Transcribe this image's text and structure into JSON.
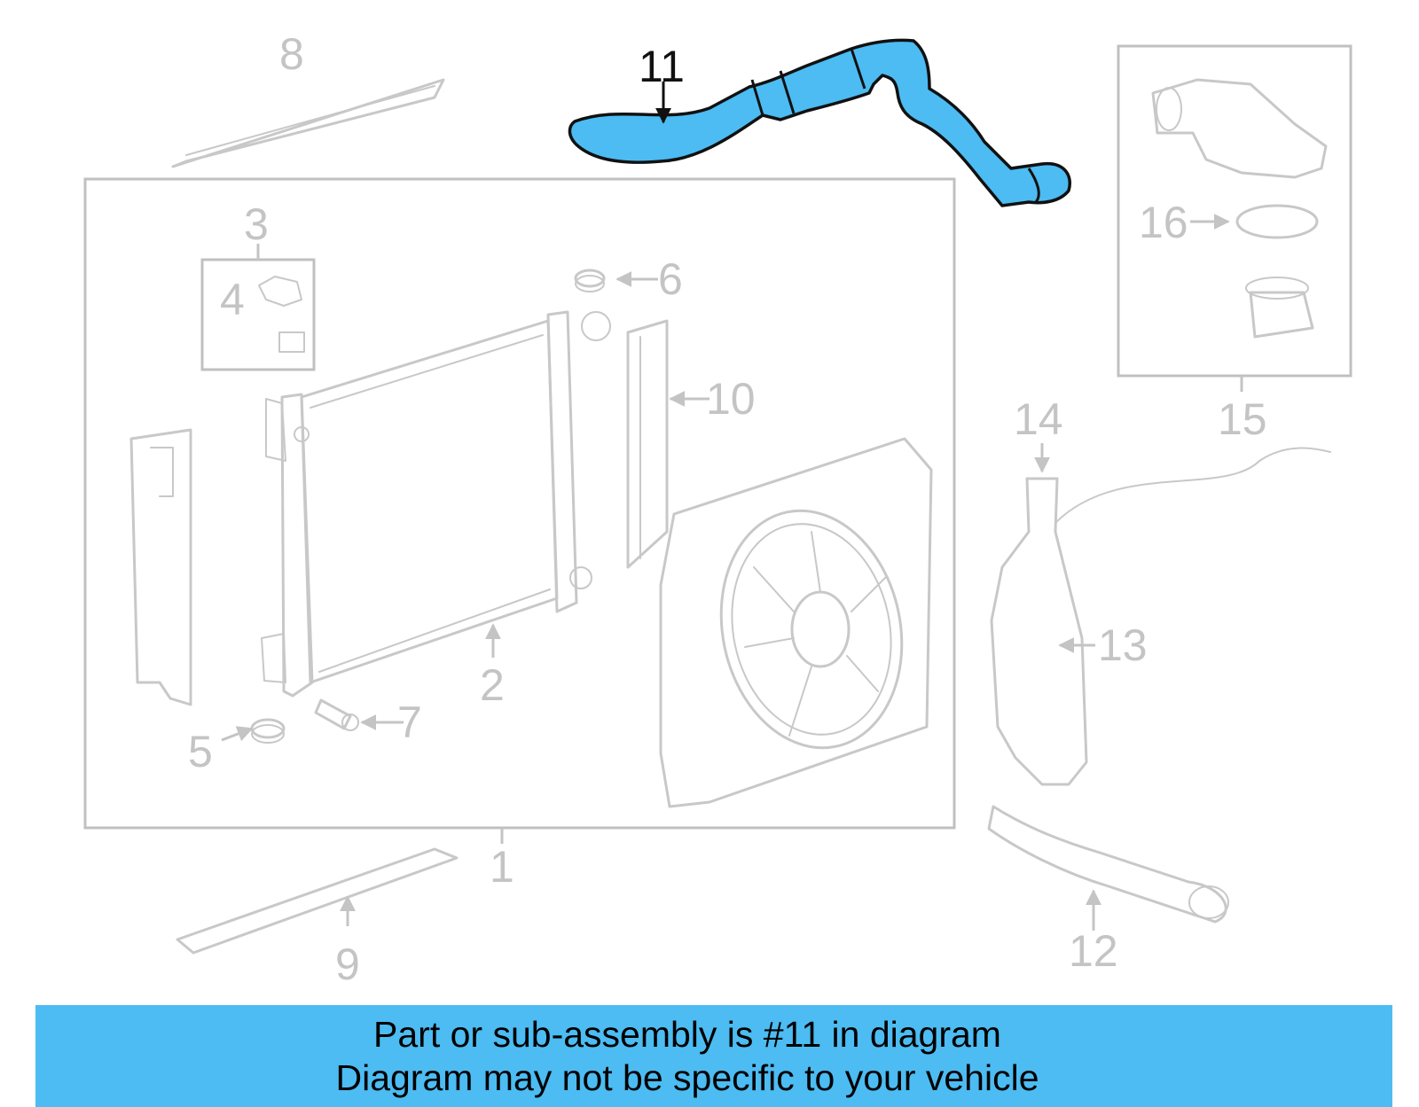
{
  "callouts": {
    "c1": "1",
    "c2": "2",
    "c3": "3",
    "c4": "4",
    "c5": "5",
    "c6": "6",
    "c7": "7",
    "c8": "8",
    "c9": "9",
    "c10": "10",
    "c11": "11",
    "c12": "12",
    "c13": "13",
    "c14": "14",
    "c15": "15",
    "c16": "16"
  },
  "highlight": {
    "part_number": "11",
    "color": "#4cbcf2"
  },
  "banner": {
    "line1": "Part or sub-assembly is #11 in diagram",
    "line2": "Diagram may not be specific to your vehicle",
    "background": "#4cbcf2"
  }
}
